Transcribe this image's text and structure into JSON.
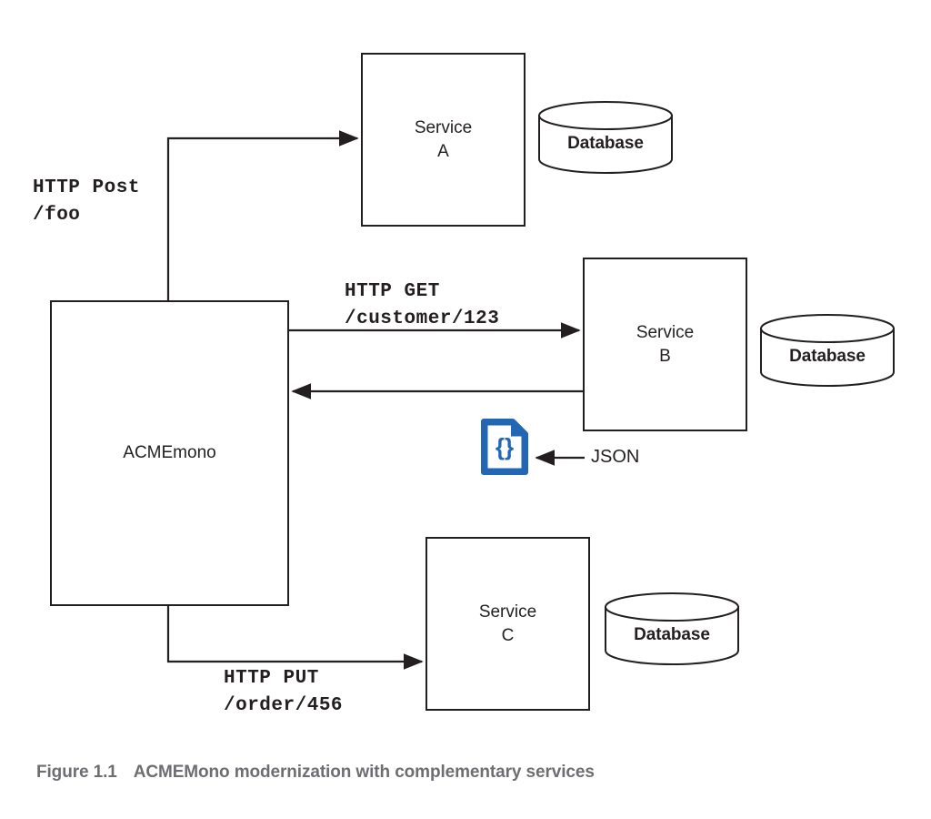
{
  "figure": {
    "number": "Figure 1.1",
    "caption": "ACMEMono modernization with complementary services"
  },
  "nodes": {
    "monolith": {
      "label": "ACMEmono"
    },
    "service_a": {
      "label": "Service\nA"
    },
    "service_b": {
      "label": "Service\nB"
    },
    "service_c": {
      "label": "Service\nC"
    },
    "database_a": {
      "label": "Database"
    },
    "database_b": {
      "label": "Database"
    },
    "database_c": {
      "label": "Database"
    },
    "json_payload": {
      "icon": "json-file-icon",
      "glyph": "{}",
      "label": "JSON"
    }
  },
  "edges": {
    "post_foo": {
      "label": "HTTP Post\n/foo",
      "from": "ACMEmono",
      "to": "Service A"
    },
    "get_customer": {
      "label": "HTTP GET\n/customer/123",
      "from": "ACMEmono",
      "to": "Service B"
    },
    "response_b": {
      "label": "",
      "from": "Service B",
      "to": "ACMEmono"
    },
    "put_order": {
      "label": "HTTP PUT\n/order/456",
      "from": "ACMEmono",
      "to": "Service C"
    },
    "json_pointer": {
      "label": "JSON",
      "from": "JSON",
      "to": "json-file-icon"
    }
  },
  "colors": {
    "stroke": "#231f20",
    "text": "#231f20",
    "json_blue": "#2267b4",
    "caption_gray": "#6d6e71",
    "background": "#ffffff"
  }
}
